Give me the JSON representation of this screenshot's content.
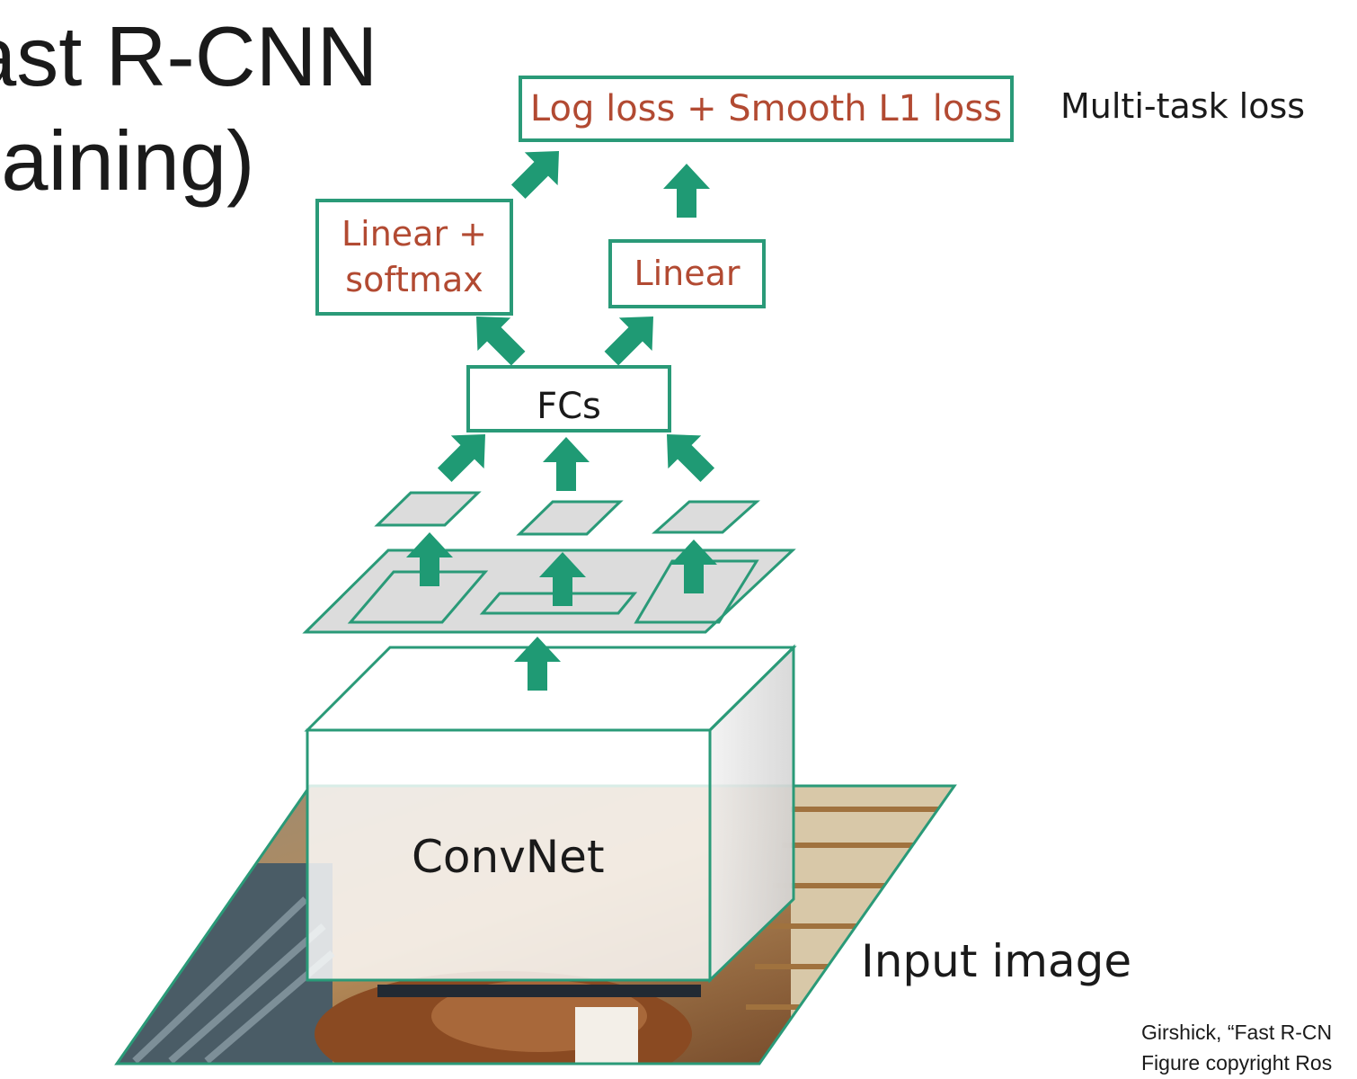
{
  "title": {
    "line1": "ast R-CNN",
    "line2": "raining)"
  },
  "diagram": {
    "loss_box": "Log loss + Smooth L1 loss",
    "loss_label": "Multi-task loss",
    "cls_head": {
      "line1": "Linear +",
      "line2": "softmax"
    },
    "reg_head": "Linear",
    "fc_box": "FCs",
    "backbone": "ConvNet",
    "input_label": "Input image"
  },
  "citation": {
    "line1": "Girshick, “Fast R-CN",
    "line2": "Figure copyright Ros"
  },
  "colors": {
    "accent": "#2a9a78",
    "arrow": "#1f9a74",
    "head_text": "#b24a32",
    "feature_fill": "#dcdcdc"
  }
}
